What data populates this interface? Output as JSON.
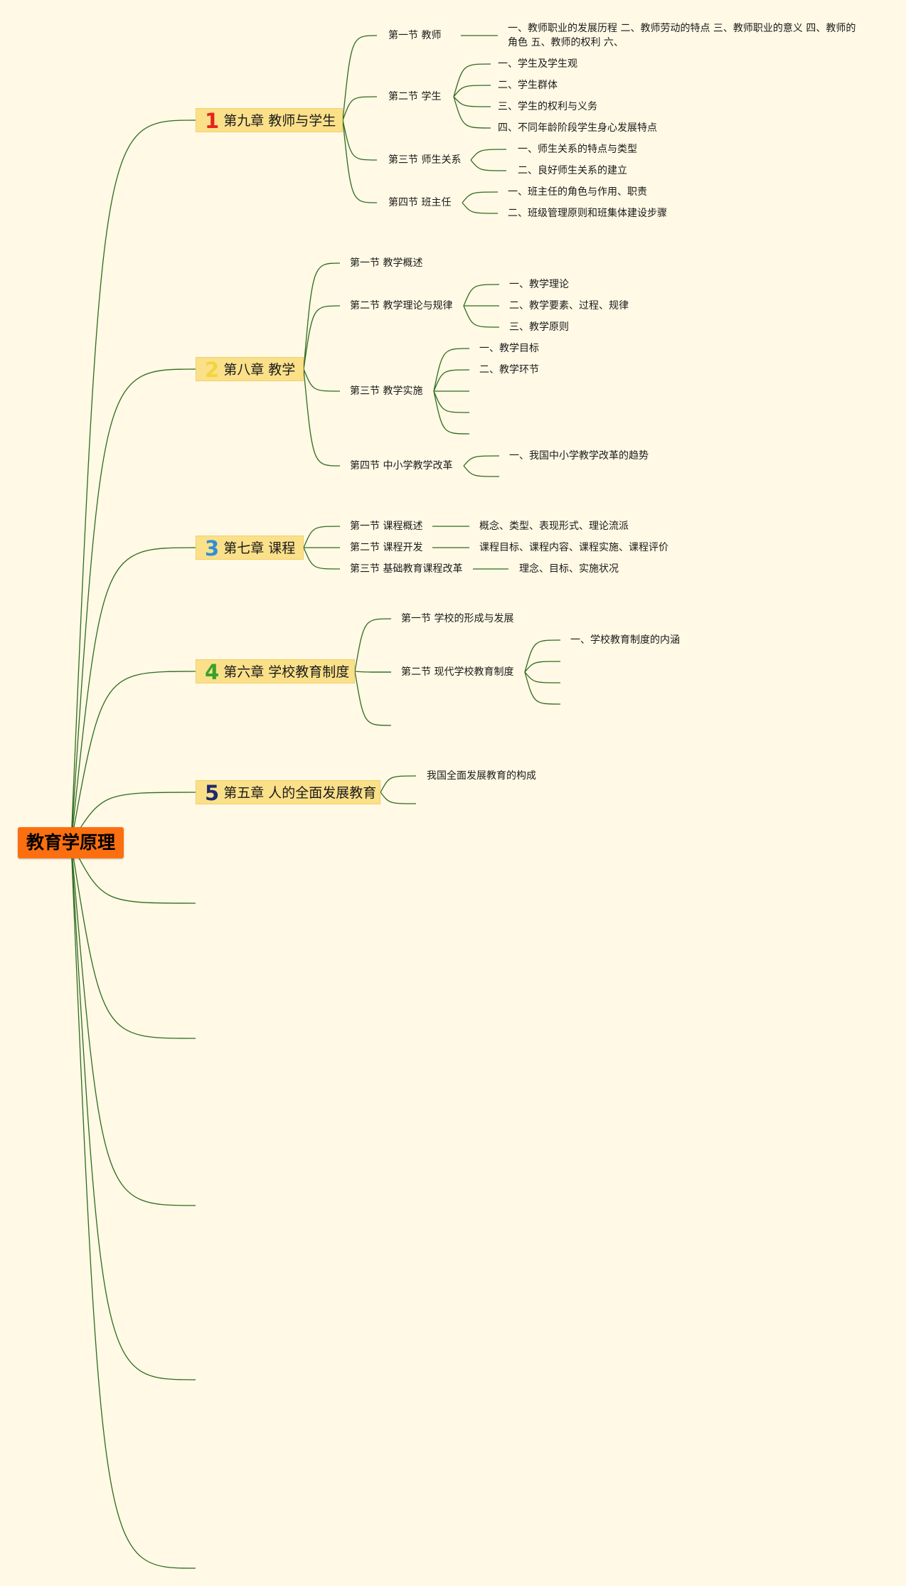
{
  "root": {
    "label": "教育学原理",
    "color": "#fb6f10"
  },
  "line_color": "#2f6b1f",
  "chapters": [
    {
      "num": "1",
      "num_color": "#e4251b",
      "title": "第九章 教师与学生",
      "sections": [
        {
          "label": "第一节    教师",
          "items": [
            "一、教师职业的发展历程 二、教师劳动的特点 三、教师职业的意义 四、教师的角色 五、教师的权利 六、"
          ]
        },
        {
          "label": "第二节 学生",
          "items": [
            "一、学生及学生观",
            "二、学生群体",
            "三、学生的权利与义务",
            "四、不同年龄阶段学生身心发展特点"
          ]
        },
        {
          "label": "第三节 师生关系",
          "items": [
            "一、师生关系的特点与类型",
            "二、良好师生关系的建立"
          ]
        },
        {
          "label": "第四节 班主任",
          "items": [
            "一、班主任的角色与作用、职责",
            "二、班级管理原则和班集体建设步骤"
          ]
        }
      ]
    },
    {
      "num": "2",
      "num_color": "#f2d53c",
      "title": "第八章 教学",
      "sections": [
        {
          "label": "第一节 教学概述",
          "items": []
        },
        {
          "label": "第二节 教学理论与规律",
          "items": [
            "一、教学理论",
            "二、教学要素、过程、规律",
            "三、教学原则"
          ]
        },
        {
          "label": "第三节 教学实施",
          "items": [
            "一、教学目标",
            "二、教学环节",
            "",
            "",
            ""
          ]
        },
        {
          "label": "第四节 中小学教学改革",
          "items": [
            "一、我国中小学教学改革的趋势",
            ""
          ]
        }
      ]
    },
    {
      "num": "3",
      "num_color": "#2f8fd6",
      "title": "第七章 课程",
      "sections": [
        {
          "label": "第一节 课程概述",
          "items": [
            "概念、类型、表现形式、理论流派"
          ]
        },
        {
          "label": "第二节 课程开发",
          "items": [
            "课程目标、课程内容、课程实施、课程评价"
          ]
        },
        {
          "label": "第三节 基础教育课程改革",
          "items": [
            "理念、目标、实施状况"
          ]
        }
      ]
    },
    {
      "num": "4",
      "num_color": "#3aa12c",
      "title": "第六章 学校教育制度",
      "sections": [
        {
          "label": "第一节 学校的形成与发展",
          "items": []
        },
        {
          "label": "第二节 现代学校教育制度",
          "items": [
            "一、学校教育制度的内涵",
            "",
            "",
            ""
          ]
        },
        {
          "label": "",
          "items": []
        }
      ]
    },
    {
      "num": "5",
      "num_color": "#1e2a6e",
      "title": "第五章 人的全面发展教育",
      "sections": [
        {
          "label": "我国全面发展教育的构成",
          "items": []
        },
        {
          "label": "",
          "items": []
        }
      ]
    }
  ]
}
